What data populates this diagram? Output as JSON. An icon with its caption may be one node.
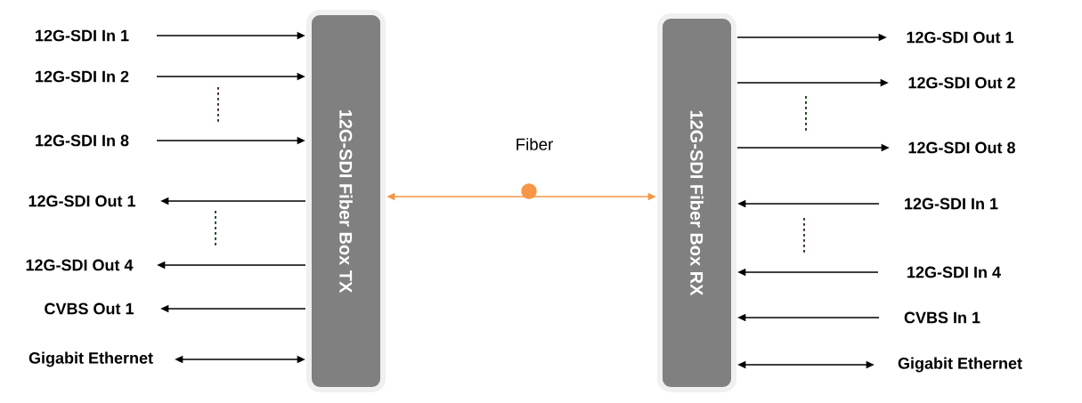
{
  "diagram": {
    "nodes": [
      {
        "text": [
          "12G-SDI Fiber Box TX"
        ]
      },
      {
        "text": [
          "12G-SDI Fiber Box RX"
        ]
      },
      {
        "text": [
          "12G-SDI In 1"
        ]
      },
      {
        "text": [
          "12G-SDI In 2"
        ]
      },
      {
        "text": [
          "12G-SDI In 8"
        ]
      },
      {
        "text": [
          "12G-SDI Out 1"
        ]
      },
      {
        "text": [
          "12G-SDI Out 4"
        ]
      },
      {
        "text": [
          "CVBS Out 1"
        ]
      },
      {
        "text": [
          "Gigabit Ethernet"
        ]
      },
      {
        "text": [
          "12G-SDI Out 1"
        ]
      },
      {
        "text": [
          "12G-SDI Out 2"
        ]
      },
      {
        "text": [
          "12G-SDI Out 8"
        ]
      },
      {
        "text": [
          "12G-SDI In 1"
        ]
      },
      {
        "text": [
          "12G-SDI In 4"
        ]
      },
      {
        "text": [
          "CVBS In 1"
        ]
      },
      {
        "text": [
          "Gigabit Ethernet"
        ]
      }
    ],
    "edges": [
      {
        "from": 0,
        "to": 1,
        "arrow": "both",
        "label": "Fiber",
        "color": "#f79646"
      },
      {
        "from": 2,
        "to": 0,
        "arrow": "to"
      },
      {
        "from": 3,
        "to": 0,
        "arrow": "to"
      },
      {
        "from": 4,
        "to": 0,
        "arrow": "to"
      },
      {
        "from": 0,
        "to": 5,
        "arrow": "to"
      },
      {
        "from": 0,
        "to": 6,
        "arrow": "to"
      },
      {
        "from": 0,
        "to": 7,
        "arrow": "to"
      },
      {
        "from": 8,
        "to": 0,
        "arrow": "both"
      },
      {
        "from": 1,
        "to": 9,
        "arrow": "to"
      },
      {
        "from": 1,
        "to": 10,
        "arrow": "to"
      },
      {
        "from": 1,
        "to": 11,
        "arrow": "to"
      },
      {
        "from": 12,
        "to": 1,
        "arrow": "to"
      },
      {
        "from": 13,
        "to": 1,
        "arrow": "to"
      },
      {
        "from": 14,
        "to": 1,
        "arrow": "to"
      },
      {
        "from": 1,
        "to": 15,
        "arrow": "both"
      }
    ]
  }
}
